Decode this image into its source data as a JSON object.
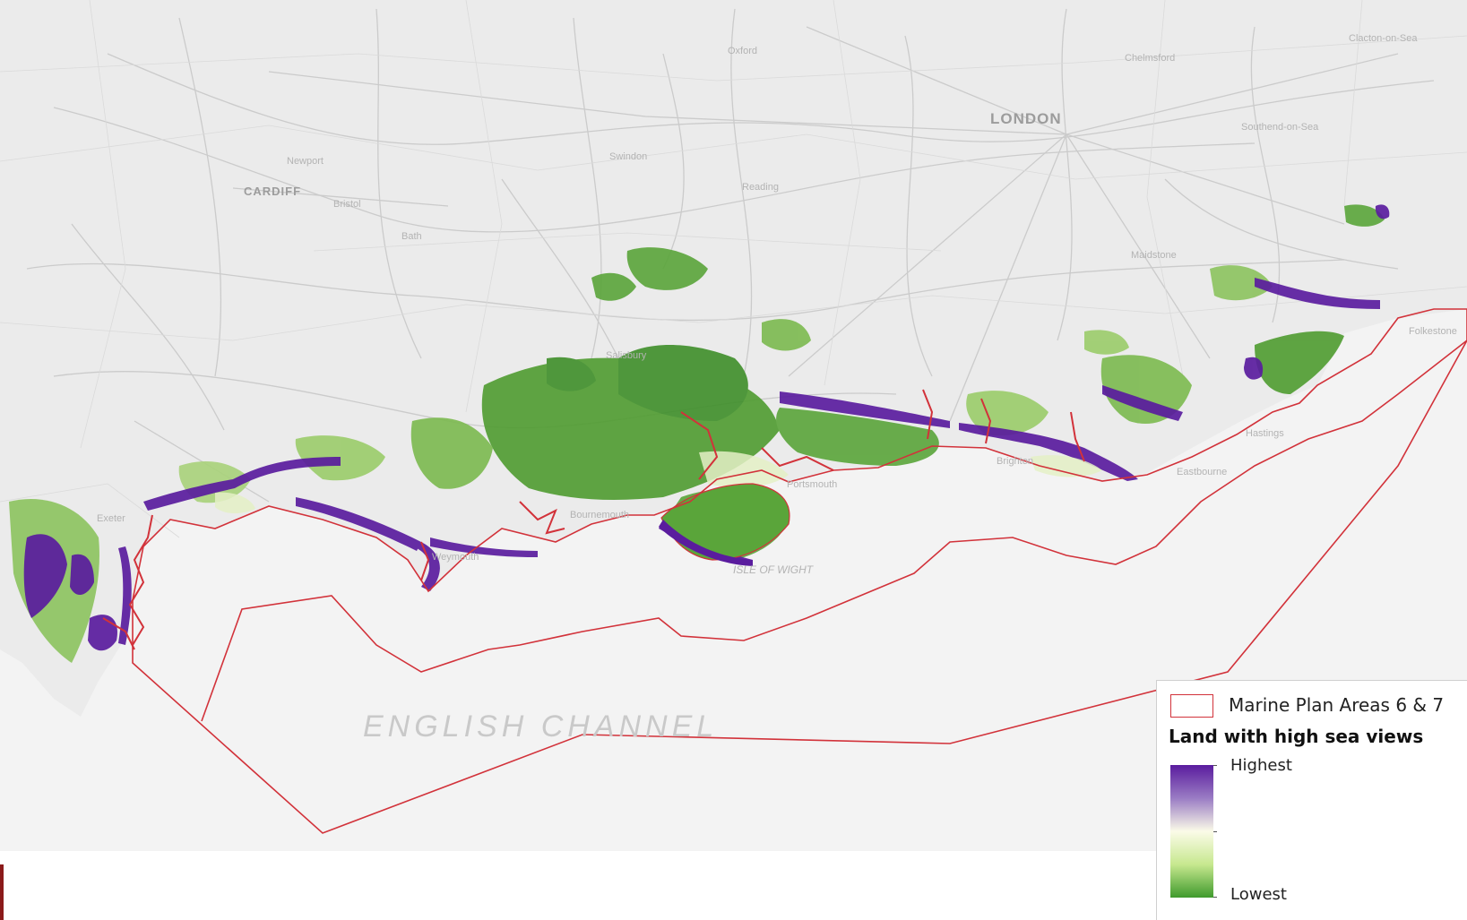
{
  "map": {
    "sea_label": "ENGLISH CHANNEL",
    "place_labels": {
      "london": "LONDON",
      "cardiff": "CARDIFF",
      "isle_of_wight": "ISLE OF WIGHT",
      "bristol": "Bristol",
      "bath": "Bath",
      "oxford": "Oxford",
      "swindon": "Swindon",
      "newport": "Newport",
      "reading": "Reading",
      "brighton": "Brighton",
      "bournemouth": "Bournemouth",
      "portsmouth": "Portsmouth",
      "eastbourne": "Eastbourne",
      "hastings": "Hastings",
      "folkestone": "Folkestone",
      "weymouth": "Weymouth",
      "exeter": "Exeter",
      "chelmsford": "Chelmsford",
      "clacton": "Clacton-on-Sea",
      "southend": "Southend-on-Sea",
      "salisbury": "Salisbury",
      "maidstone": "Maidstone"
    }
  },
  "legend": {
    "area_label": "Marine Plan Areas 6 & 7",
    "title": "Land with high sea views",
    "highest_label": "Highest",
    "lowest_label": "Lowest",
    "boundary_color": "#d2323a",
    "ramp_colors": [
      "#5a1c9e",
      "#9a7cc4",
      "#fbfbe8",
      "#c7e88f",
      "#3f9a2c"
    ]
  },
  "colors": {
    "land": "#ededed",
    "sea": "#f3f3f3",
    "roads": "#c8c8c8",
    "boundary": "#d2323a",
    "low_view_green": "#3f9a2c",
    "high_view_purple": "#5a1c9e"
  }
}
